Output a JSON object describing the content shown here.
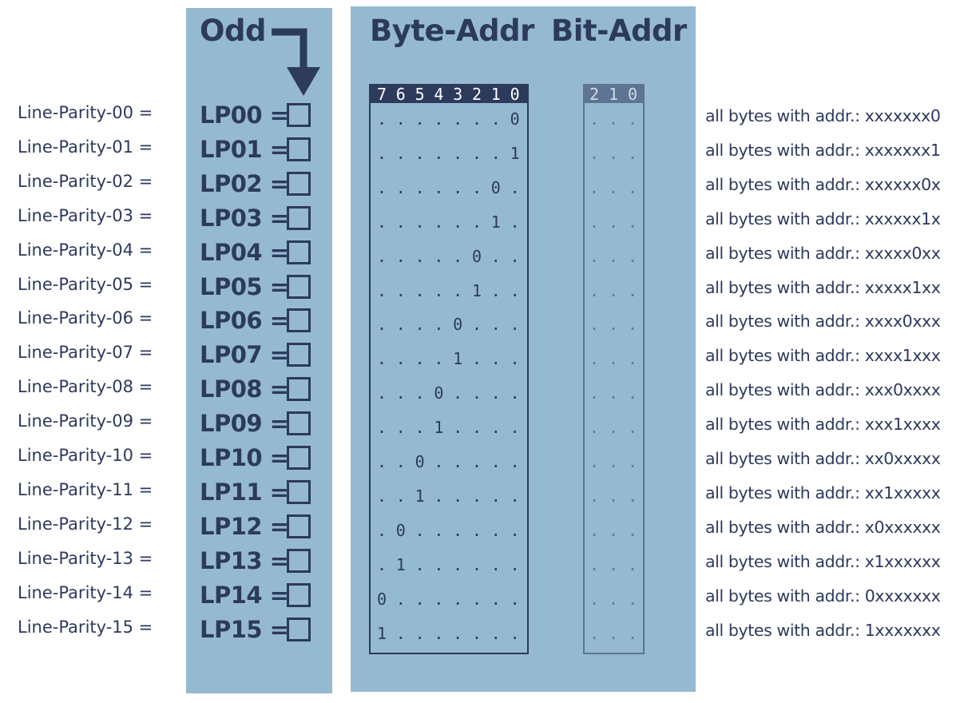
{
  "headers": {
    "odd": "Odd",
    "byte_addr": "Byte-Addr",
    "bit_addr": "Bit-Addr"
  },
  "byte_columns": [
    "7",
    "6",
    "5",
    "4",
    "3",
    "2",
    "1",
    "0"
  ],
  "bit_columns": [
    "2",
    "1",
    "0"
  ],
  "rows": [
    {
      "name": "Line-Parity-00 =",
      "lp": "LP00 =",
      "bits": [
        ".",
        ".",
        ".",
        ".",
        ".",
        ".",
        ".",
        "0"
      ],
      "desc": "all bytes with addr.: xxxxxxx0"
    },
    {
      "name": "Line-Parity-01 =",
      "lp": "LP01 =",
      "bits": [
        ".",
        ".",
        ".",
        ".",
        ".",
        ".",
        ".",
        "1"
      ],
      "desc": "all bytes with addr.: xxxxxxx1"
    },
    {
      "name": "Line-Parity-02 =",
      "lp": "LP02 =",
      "bits": [
        ".",
        ".",
        ".",
        ".",
        ".",
        ".",
        "0",
        "."
      ],
      "desc": "all bytes with addr.: xxxxxx0x"
    },
    {
      "name": "Line-Parity-03 =",
      "lp": "LP03 =",
      "bits": [
        ".",
        ".",
        ".",
        ".",
        ".",
        ".",
        "1",
        "."
      ],
      "desc": "all bytes with addr.: xxxxxx1x"
    },
    {
      "name": "Line-Parity-04 =",
      "lp": "LP04 =",
      "bits": [
        ".",
        ".",
        ".",
        ".",
        ".",
        "0",
        ".",
        "."
      ],
      "desc": "all bytes with addr.: xxxxx0xx"
    },
    {
      "name": "Line-Parity-05 =",
      "lp": "LP05 =",
      "bits": [
        ".",
        ".",
        ".",
        ".",
        ".",
        "1",
        ".",
        "."
      ],
      "desc": "all bytes with addr.: xxxxx1xx"
    },
    {
      "name": "Line-Parity-06 =",
      "lp": "LP06 =",
      "bits": [
        ".",
        ".",
        ".",
        ".",
        "0",
        ".",
        ".",
        "."
      ],
      "desc": "all bytes with addr.: xxxx0xxx"
    },
    {
      "name": "Line-Parity-07 =",
      "lp": "LP07 =",
      "bits": [
        ".",
        ".",
        ".",
        ".",
        "1",
        ".",
        ".",
        "."
      ],
      "desc": "all bytes with addr.: xxxx1xxx"
    },
    {
      "name": "Line-Parity-08 =",
      "lp": "LP08 =",
      "bits": [
        ".",
        ".",
        ".",
        "0",
        ".",
        ".",
        ".",
        "."
      ],
      "desc": "all bytes with addr.: xxx0xxxx"
    },
    {
      "name": "Line-Parity-09 =",
      "lp": "LP09 =",
      "bits": [
        ".",
        ".",
        ".",
        "1",
        ".",
        ".",
        ".",
        "."
      ],
      "desc": "all bytes with addr.: xxx1xxxx"
    },
    {
      "name": "Line-Parity-10 =",
      "lp": "LP10 =",
      "bits": [
        ".",
        ".",
        "0",
        ".",
        ".",
        ".",
        ".",
        "."
      ],
      "desc": "all bytes with addr.: xx0xxxxx"
    },
    {
      "name": "Line-Parity-11 =",
      "lp": "LP11 =",
      "bits": [
        ".",
        ".",
        "1",
        ".",
        ".",
        ".",
        ".",
        "."
      ],
      "desc": "all bytes with addr.: xx1xxxxx"
    },
    {
      "name": "Line-Parity-12 =",
      "lp": "LP12 =",
      "bits": [
        ".",
        "0",
        ".",
        ".",
        ".",
        ".",
        ".",
        "."
      ],
      "desc": "all bytes with addr.: x0xxxxxx"
    },
    {
      "name": "Line-Parity-13 =",
      "lp": "LP13 =",
      "bits": [
        ".",
        "1",
        ".",
        ".",
        ".",
        ".",
        ".",
        "."
      ],
      "desc": "all bytes with addr.: x1xxxxxx"
    },
    {
      "name": "Line-Parity-14 =",
      "lp": "LP14 =",
      "bits": [
        "0",
        ".",
        ".",
        ".",
        ".",
        ".",
        ".",
        "."
      ],
      "desc": "all bytes with addr.: 0xxxxxxx"
    },
    {
      "name": "Line-Parity-15 =",
      "lp": "LP15 =",
      "bits": [
        "1",
        ".",
        ".",
        ".",
        ".",
        ".",
        ".",
        "."
      ],
      "desc": "all bytes with addr.: 1xxxxxxx"
    }
  ],
  "bit_row_values": [
    ".",
    ".",
    "."
  ],
  "colors": {
    "panel": "#96b9d2",
    "ink": "#2c3a5c",
    "bit_header": "#5d7492"
  }
}
